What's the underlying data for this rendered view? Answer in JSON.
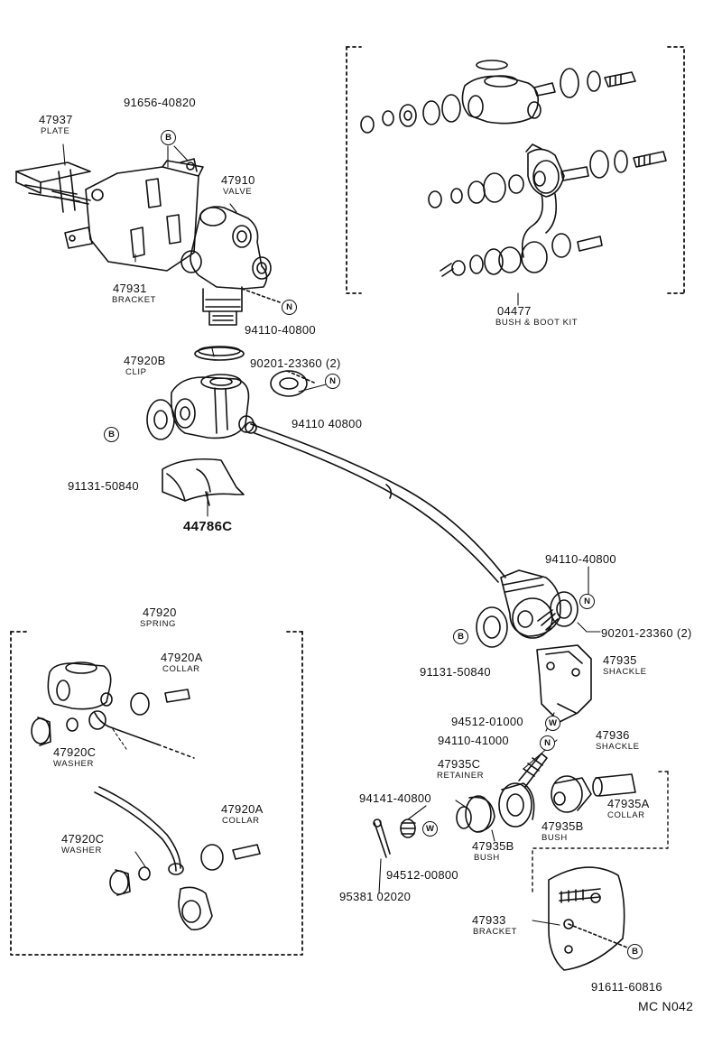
{
  "symbols": {
    "B": "B",
    "N": "N",
    "W": "W"
  },
  "parts": {
    "plate": {
      "number": "47937",
      "name": "PLATE"
    },
    "bolt_top": {
      "number": "91656-40820"
    },
    "valve": {
      "number": "47910",
      "name": "VALVE"
    },
    "bracket_upper": {
      "number": "47931",
      "name": "BRACKET"
    },
    "gasket_valve": {
      "number": "94110-40800"
    },
    "clip": {
      "number": "47920B",
      "name": "CLIP"
    },
    "washer_upper": {
      "number": "90201-23360 (2)"
    },
    "gasket_upper": {
      "number": "94110 40800"
    },
    "bolt_left": {
      "number": "91131-50840"
    },
    "cover": {
      "number": "44786C"
    },
    "kit": {
      "number": "04477",
      "name": "BUSH & BOOT KIT"
    },
    "spring": {
      "number": "47920",
      "name": "SPRING"
    },
    "collar_a1": {
      "number": "47920A",
      "name": "COLLAR"
    },
    "washer_c1": {
      "number": "47920C",
      "name": "WASHER"
    },
    "collar_a2": {
      "number": "47920A",
      "name": "COLLAR"
    },
    "washer_c2": {
      "number": "47920C",
      "name": "WASHER"
    },
    "gasket_lower": {
      "number": "94110-40800"
    },
    "washer_lower": {
      "number": "90201-23360 (2)"
    },
    "bolt_mid": {
      "number": "91131-50840"
    },
    "shackle1": {
      "number": "47935",
      "name": "SHACKLE"
    },
    "washer_w1": {
      "number": "94512-01000"
    },
    "gasket_1000": {
      "number": "94110-41000"
    },
    "shackle2": {
      "number": "47936",
      "name": "SHACKLE"
    },
    "retainer": {
      "number": "47935C",
      "name": "RETAINER"
    },
    "nut": {
      "number": "94141-40800"
    },
    "collar_935a": {
      "number": "47935A",
      "name": "COLLAR"
    },
    "bush_b1": {
      "number": "47935B",
      "name": "BUSH"
    },
    "bush_b2": {
      "number": "47935B",
      "name": "BUSH"
    },
    "washer_w2": {
      "number": "94512-00800"
    },
    "pin": {
      "number": "95381 02020"
    },
    "bracket_lower": {
      "number": "47933",
      "name": "BRACKET"
    },
    "bolt_bottom": {
      "number": "91611-60816"
    }
  },
  "code": "MC  N042"
}
